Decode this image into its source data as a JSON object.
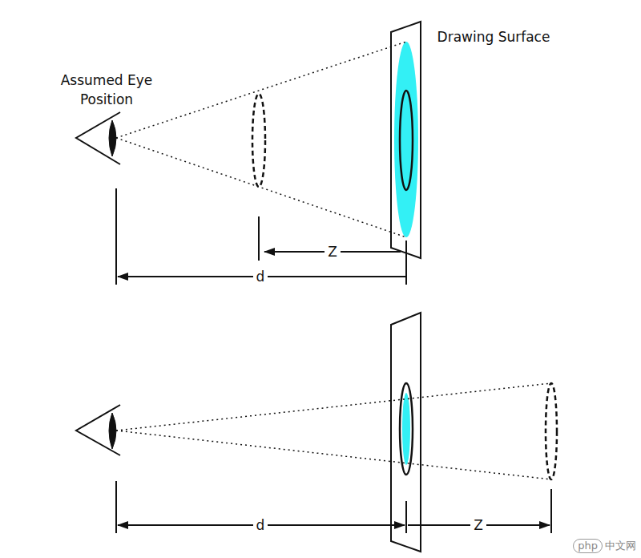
{
  "diagram": {
    "labels": [
      "Assumed Eye Position",
      "Drawing Surface",
      "Z",
      "d",
      "d",
      "Z",
      "php",
      "中文网"
    ]
  }
}
